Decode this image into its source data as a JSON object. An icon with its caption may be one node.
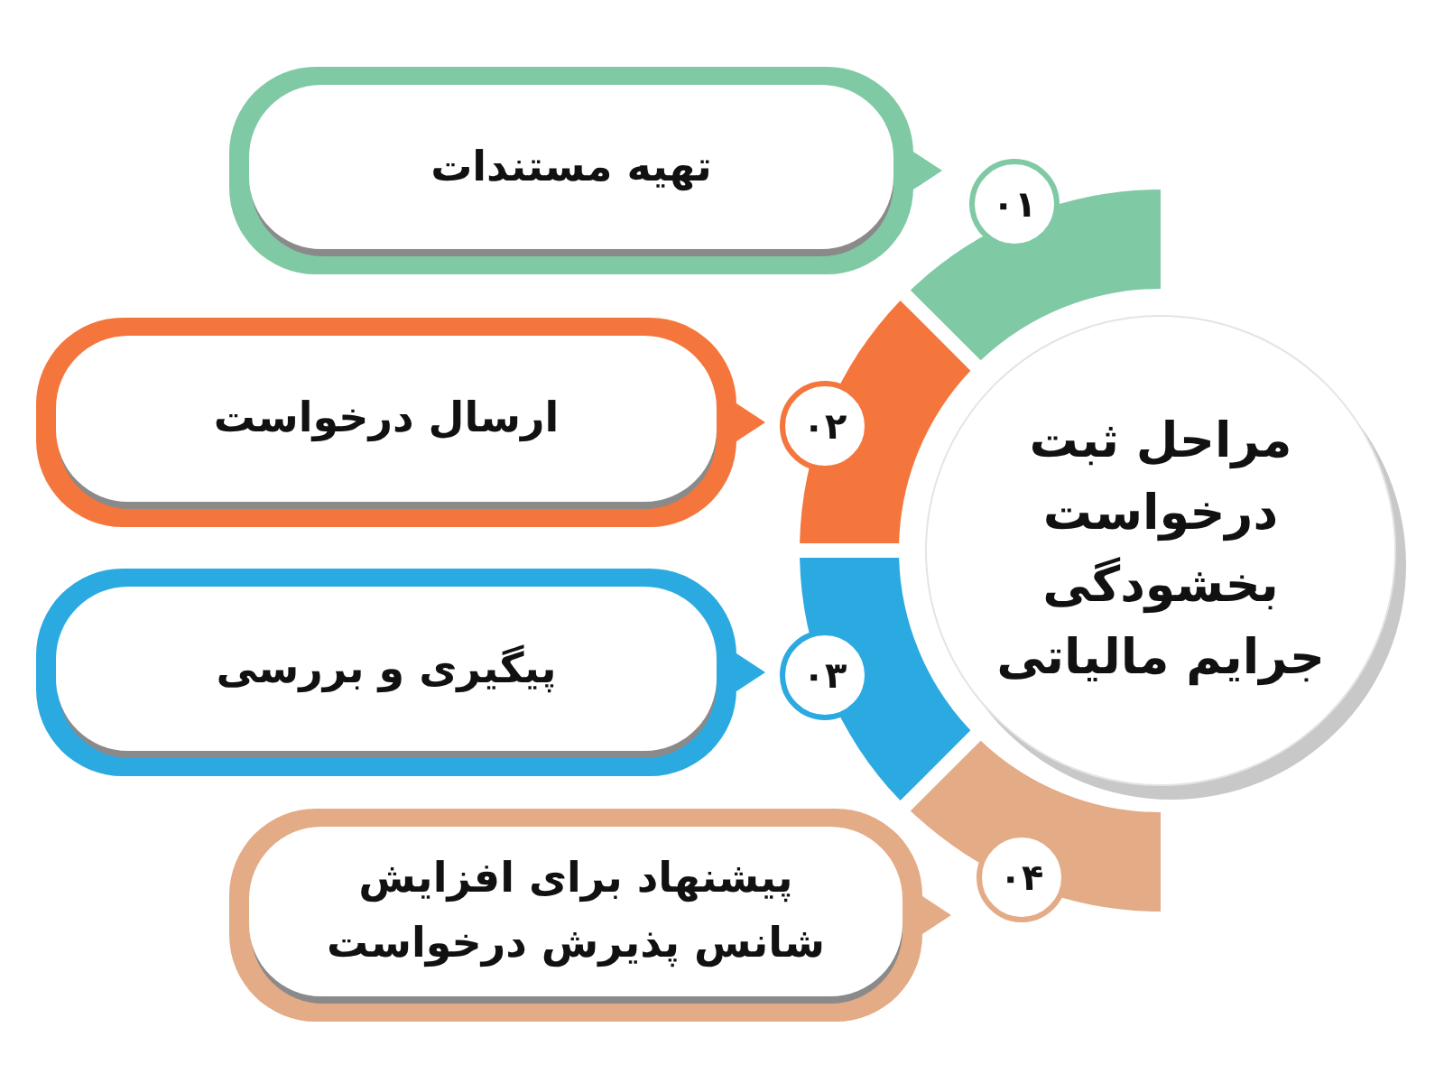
{
  "diagram": {
    "nodes": [
      {
        "text": [
          "مراحل ثبت درخواست بخشودگی جرایم مالیاتی"
        ]
      },
      {
        "text": [
          "تهیه مستندات"
        ]
      },
      {
        "text": [
          "۰۱"
        ]
      },
      {
        "text": [],
        "shape": "band"
      },
      {
        "text": [
          "ارسال درخواست"
        ]
      },
      {
        "text": [
          "۰۲"
        ]
      },
      {
        "text": [],
        "shape": "band"
      },
      {
        "text": [
          "پیگیری و بررسی"
        ]
      },
      {
        "text": [
          "۰۳"
        ]
      },
      {
        "text": [],
        "shape": "band"
      },
      {
        "text": [
          "پیشنهاد برای افزایش شانس پذیرش درخواست"
        ]
      },
      {
        "text": [
          "۰۴"
        ]
      },
      {
        "text": [],
        "shape": "band"
      }
    ]
  }
}
